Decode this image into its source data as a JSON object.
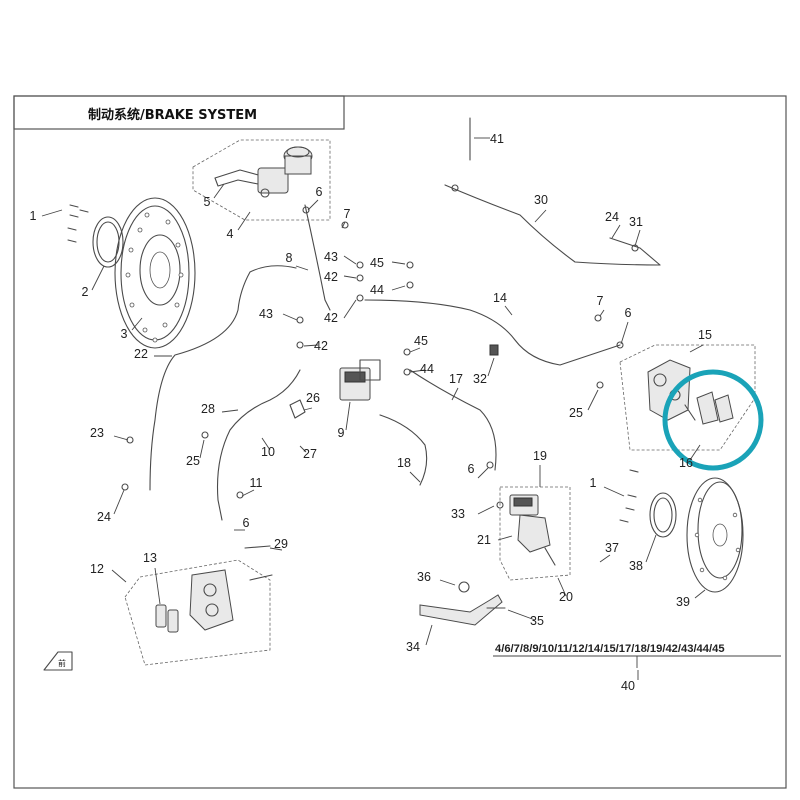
{
  "title": "制动系统/BRAKE SYSTEM",
  "callouts": [
    {
      "id": "p1a",
      "label": "1"
    },
    {
      "id": "p2",
      "label": "2"
    },
    {
      "id": "p3",
      "label": "3"
    },
    {
      "id": "p4",
      "label": "4"
    },
    {
      "id": "p5",
      "label": "5"
    },
    {
      "id": "p6a",
      "label": "6"
    },
    {
      "id": "p7",
      "label": "7"
    },
    {
      "id": "p8",
      "label": "8"
    },
    {
      "id": "p43a",
      "label": "43"
    },
    {
      "id": "p42a",
      "label": "42"
    },
    {
      "id": "p42b",
      "label": "42"
    },
    {
      "id": "p45a",
      "label": "45"
    },
    {
      "id": "p44a",
      "label": "44"
    },
    {
      "id": "p41",
      "label": "41"
    },
    {
      "id": "p30",
      "label": "30"
    },
    {
      "id": "p24a",
      "label": "24"
    },
    {
      "id": "p31",
      "label": "31"
    },
    {
      "id": "p14",
      "label": "14"
    },
    {
      "id": "p7b",
      "label": "7"
    },
    {
      "id": "p6b",
      "label": "6"
    },
    {
      "id": "p15",
      "label": "15"
    },
    {
      "id": "p22",
      "label": "22"
    },
    {
      "id": "p43b",
      "label": "43"
    },
    {
      "id": "p42c",
      "label": "42"
    },
    {
      "id": "p45b",
      "label": "45"
    },
    {
      "id": "p44b",
      "label": "44"
    },
    {
      "id": "p32",
      "label": "32"
    },
    {
      "id": "p17",
      "label": "17"
    },
    {
      "id": "p25a",
      "label": "25"
    },
    {
      "id": "p16",
      "label": "16"
    },
    {
      "id": "p28",
      "label": "28"
    },
    {
      "id": "p26",
      "label": "26"
    },
    {
      "id": "p9",
      "label": "9"
    },
    {
      "id": "p23",
      "label": "23"
    },
    {
      "id": "p25b",
      "label": "25"
    },
    {
      "id": "p10",
      "label": "10"
    },
    {
      "id": "p27",
      "label": "27"
    },
    {
      "id": "p18",
      "label": "18"
    },
    {
      "id": "p19",
      "label": "19"
    },
    {
      "id": "p6c",
      "label": "6"
    },
    {
      "id": "p1b",
      "label": "1"
    },
    {
      "id": "p11",
      "label": "11"
    },
    {
      "id": "p24b",
      "label": "24"
    },
    {
      "id": "p33",
      "label": "33"
    },
    {
      "id": "p6d",
      "label": "6"
    },
    {
      "id": "p21",
      "label": "21"
    },
    {
      "id": "p29",
      "label": "29"
    },
    {
      "id": "p37",
      "label": "37"
    },
    {
      "id": "p12",
      "label": "12"
    },
    {
      "id": "p13",
      "label": "13"
    },
    {
      "id": "p38",
      "label": "38"
    },
    {
      "id": "p20",
      "label": "20"
    },
    {
      "id": "p36",
      "label": "36"
    },
    {
      "id": "p39",
      "label": "39"
    },
    {
      "id": "p35",
      "label": "35"
    },
    {
      "id": "p34",
      "label": "34"
    },
    {
      "id": "p40",
      "label": "40"
    }
  ],
  "group": {
    "label": "4/6/7/8/9/10/11/12/14/15/17/18/19/42/43/44/45"
  },
  "highlight_color": "#1aa3b8"
}
